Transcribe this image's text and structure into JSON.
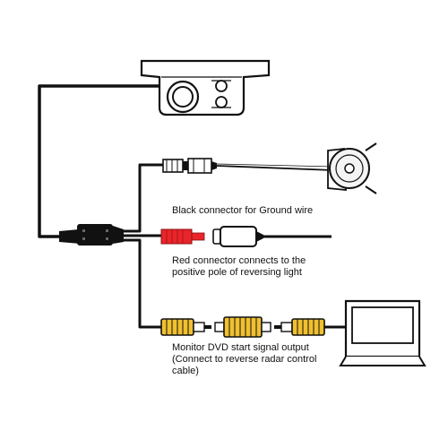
{
  "labels": {
    "ground": "Black connector for Ground wire",
    "red_line1": "Red connector connects to the",
    "red_line2": "positive pole of reversing light",
    "dvd_line1": "Monitor DVD start signal output",
    "dvd_line2": "(Connect to reverse radar control",
    "dvd_line3": "cable)"
  },
  "colors": {
    "wire": "#111111",
    "red_connector": "#e8252a",
    "yellow_rca": "#f0c030",
    "camera_fill": "#ffffff",
    "buzzer_fill": "#f4f4f4"
  }
}
